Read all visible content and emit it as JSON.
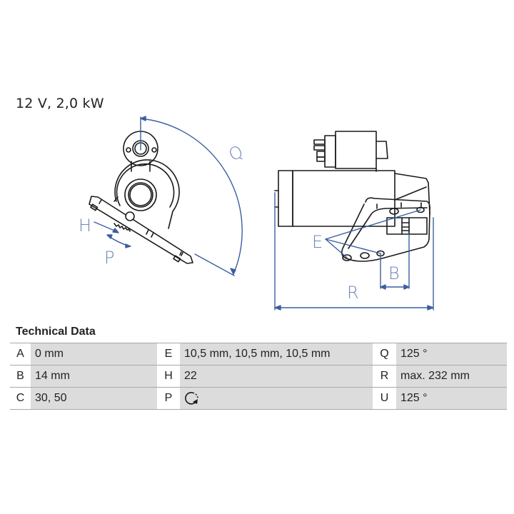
{
  "spec_line": "12 V, 2,0 kW",
  "diagram": {
    "labels": {
      "Q": "Q",
      "H": "H",
      "P": "P",
      "E": "E",
      "B": "B",
      "R": "R"
    },
    "accent_color": "#3b5fa0",
    "line_color": "#1a1a1a"
  },
  "technical_data": {
    "title": "Technical Data",
    "rows": [
      [
        {
          "key": "A",
          "value": "0 mm"
        },
        {
          "key": "E",
          "value": "10,5 mm, 10,5 mm, 10,5 mm"
        },
        {
          "key": "Q",
          "value": "125 °"
        }
      ],
      [
        {
          "key": "B",
          "value": "14 mm"
        },
        {
          "key": "H",
          "value": "22"
        },
        {
          "key": "R",
          "value": "max. 232 mm"
        }
      ],
      [
        {
          "key": "C",
          "value": "30, 50"
        },
        {
          "key": "P",
          "value": "rotation-clockwise-icon"
        },
        {
          "key": "U",
          "value": "125 °"
        }
      ]
    ]
  }
}
